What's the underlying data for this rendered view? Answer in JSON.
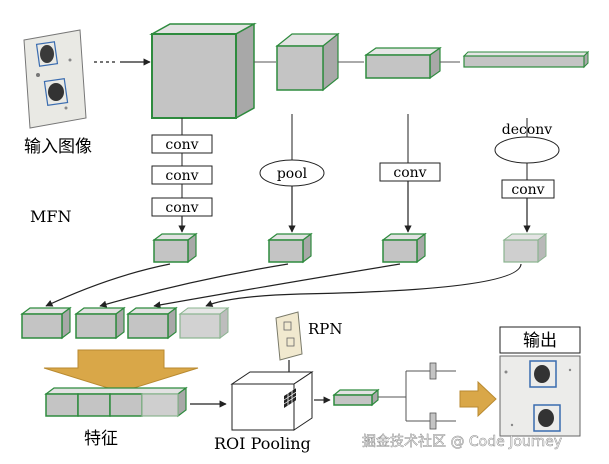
{
  "labels": {
    "input_image": "输入图像",
    "mfn": "MFN",
    "conv_1": "conv",
    "conv_2": "conv",
    "conv_3": "conv",
    "pool": "pool",
    "conv_branch3": "conv",
    "deconv": "deconv",
    "conv_branch4": "conv",
    "rpn": "RPN",
    "roi_pooling": "ROI Pooling",
    "features": "特征",
    "output": "输出",
    "watermark": "掘金技术社区 @ Code Journey"
  },
  "colors": {
    "green_edge": "#2e8b3e",
    "block_fill": "#c8c8c8",
    "block_top": "#e2e2e2",
    "block_side": "#9f9f9f",
    "arrow_orange": "#d9a748",
    "output_box_blue": "#3a6cb0"
  }
}
